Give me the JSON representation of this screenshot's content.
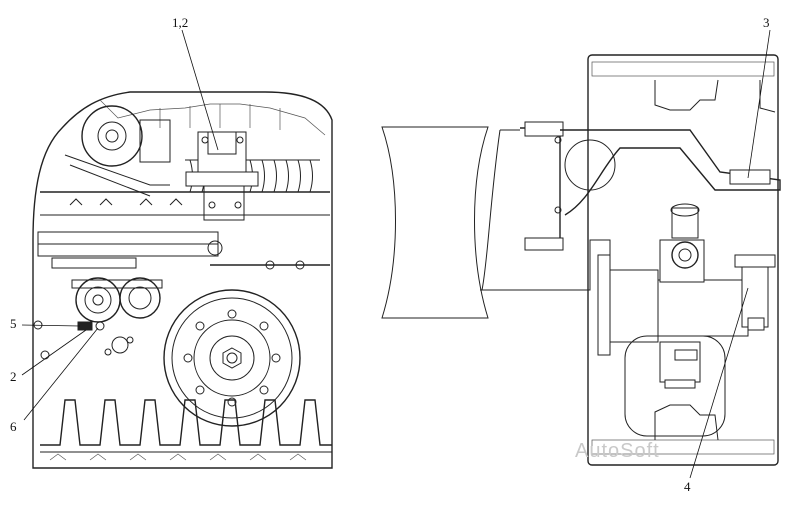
{
  "callouts": {
    "c12": "1,2",
    "c3": "3",
    "c4": "4",
    "c5": "5",
    "c2": "2",
    "c6": "6"
  },
  "watermark": "AutoSoft"
}
